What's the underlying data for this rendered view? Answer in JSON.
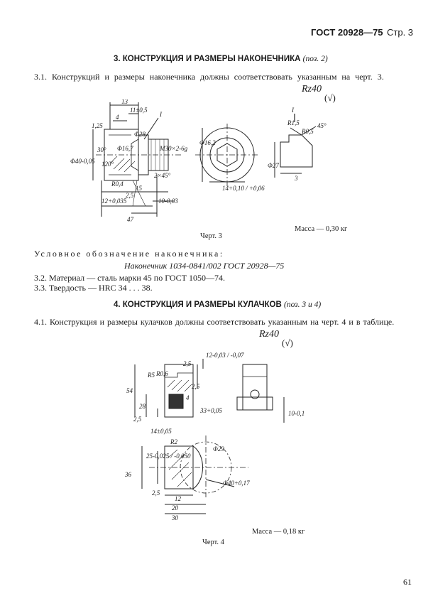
{
  "header": {
    "standard": "ГОСТ 20928—75",
    "page_label": "Стр. 3"
  },
  "section3": {
    "title": "3. КОНСТРУКЦИЯ И РАЗМЕРЫ НАКОНЕЧНИКА",
    "title_ref": "(поз. 2)",
    "p31": "3.1. Конструкций и размеры наконечника должны соответствовать указанным на черт. 3.",
    "roughness": "Rz40",
    "roughness_sub": "(√)",
    "caption": "Черт. 3",
    "mass": "Масса — 0,30 кг",
    "designation_label": "Условное обозначение наконечника:",
    "designation_value": "Наконечник 1034-0841/002 ГОСТ 20928—75",
    "p32": "3.2. Материал — сталь марки 45 по ГОСТ 1050—74.",
    "p33": "3.3. Твердость — HRC 34 . . . 38."
  },
  "section4": {
    "title": "4. КОНСТРУКЦИЯ И РАЗМЕРЫ КУЛАЧКОВ",
    "title_ref": "(поз. 3 и 4)",
    "p41": "4.1. Конструкция и размеры кулачков должны соответствовать указанным на черт. 4 и в таблице.",
    "roughness": "Rz40",
    "roughness_sub": "(√)",
    "caption": "Черт. 4",
    "mass": "Масса — 0,18 кг"
  },
  "drawing3": {
    "dims": {
      "d13": "13",
      "d4": "4",
      "d11": "11±0,5",
      "d125": "1,25",
      "d30": "30°",
      "d40": "Φ40-0,05",
      "d120": "120°",
      "d28": "Φ28",
      "d167": "Φ16,7",
      "dm30": "M30×2-6g",
      "r04": "R0,4",
      "d25": "2,5",
      "d2x45": "2×45°",
      "d15": "15",
      "d12": "12+0,035",
      "d10": "10-0,03",
      "d47": "47",
      "d162": "Φ16,2",
      "d14": "14+0,10 / +0,06",
      "l1": "I",
      "r15": "R1,5",
      "r05": "R0,5",
      "d45": "45°",
      "d27": "Φ27",
      "d3": "3"
    }
  },
  "drawing4": {
    "dims": {
      "d54": "54",
      "d28": "28",
      "d14": "14±0,05",
      "d33": "33+0,05",
      "r5": "R5",
      "r06": "R0,6",
      "d25a": "2,5",
      "d25b": "2,5",
      "d25c": "2,5",
      "d4": "4",
      "d12": "12-0,03 / -0,07",
      "d10": "10-0,1",
      "r2": "R2",
      "d29": "Φ29",
      "d36": "36",
      "d25tol": "25-0,025 / -0,050",
      "d40": "Φ40+0,17",
      "d12b": "12",
      "d20": "20",
      "d30": "30",
      "d25d": "2,5"
    }
  },
  "footer": {
    "page_number": "61"
  }
}
